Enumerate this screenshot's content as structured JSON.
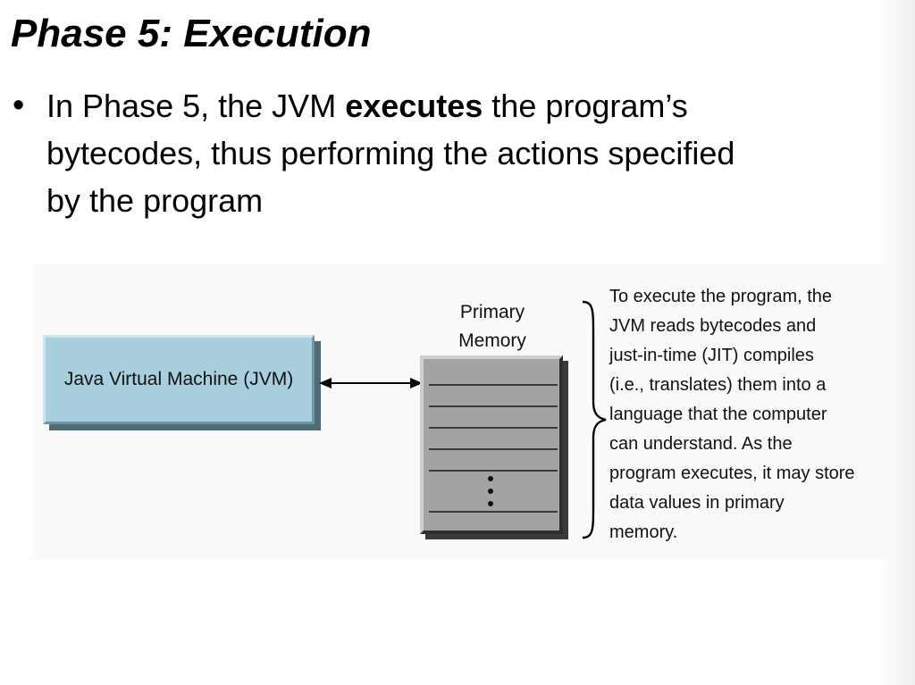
{
  "slide": {
    "title": "Phase 5: Execution",
    "bullet": {
      "marker": "•",
      "line1_before": "In Phase 5, the JVM ",
      "line1_bold": "executes",
      "line1_after": " the program’s",
      "line2": "bytecodes, thus performing the actions specified",
      "line3": "by the program"
    }
  },
  "diagram": {
    "jvm_label": "Java Virtual Machine (JVM)",
    "memory_label_lines": [
      "Primary",
      "Memory"
    ],
    "memory_ellipsis": "⋮",
    "description_lines": [
      "To execute the program, the",
      "JVM reads bytecodes and",
      "just-in-time (JIT) compiles",
      "(i.e., translates) them into a",
      "language that the computer",
      "can understand. As the",
      "program executes, it may store",
      "data values in primary",
      "memory."
    ],
    "colors": {
      "jvm_fill": "#a8cfdd",
      "memory_fill": "#a3a3a3"
    }
  }
}
